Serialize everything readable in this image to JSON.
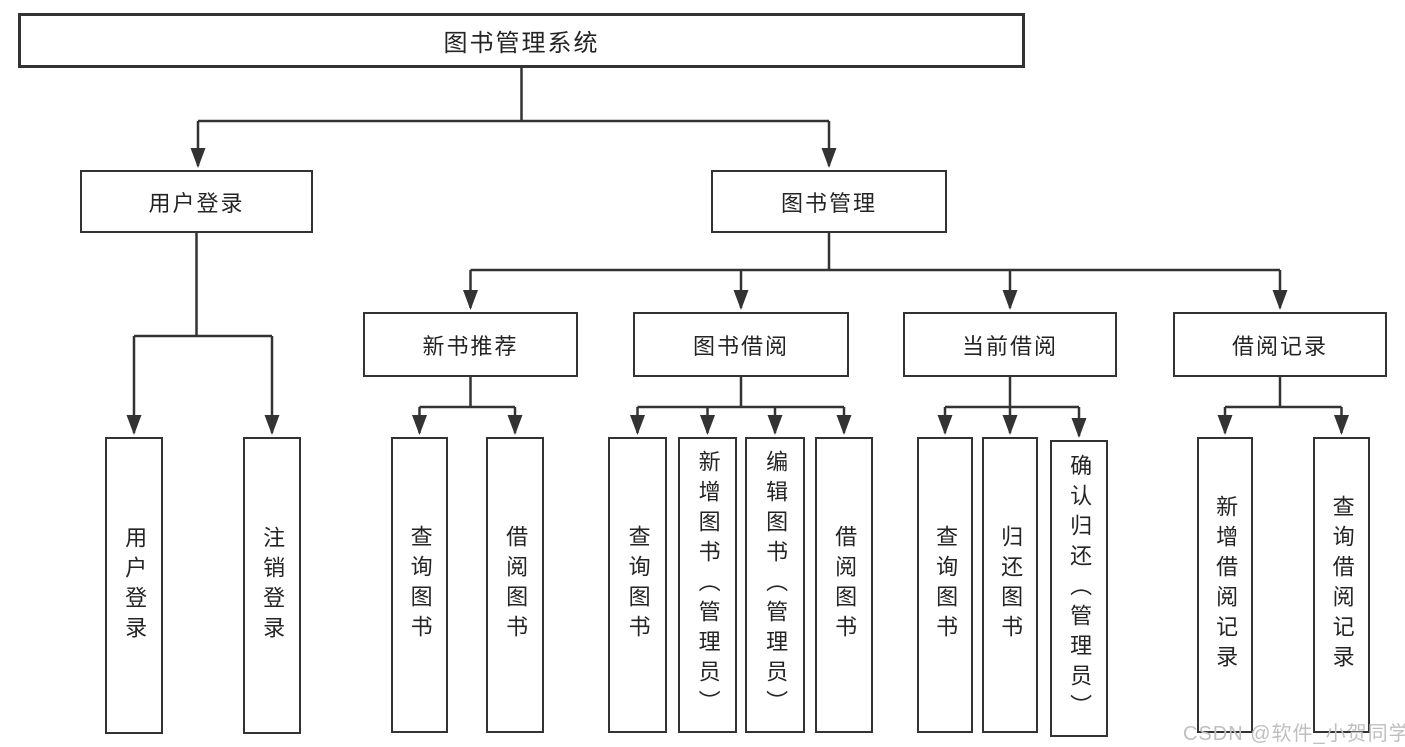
{
  "diagram_title": "图书管理系统",
  "colors": {
    "line": "#333333",
    "box_border": "#333333",
    "box_fill": "#ffffff",
    "text": "#242424",
    "watermark": "#bfbfbf"
  },
  "watermark": {
    "text": "CSDN @软件_小贺同学"
  },
  "tree": {
    "label": "图书管理系统",
    "children": [
      {
        "label": "用户登录",
        "children": [
          {
            "label": "用户登录"
          },
          {
            "label": "注销登录"
          }
        ]
      },
      {
        "label": "图书管理",
        "children": [
          {
            "label": "新书推荐",
            "children": [
              {
                "label": "查询图书"
              },
              {
                "label": "借阅图书"
              }
            ]
          },
          {
            "label": "图书借阅",
            "children": [
              {
                "label": "查询图书"
              },
              {
                "label": "新增图书（管理员）"
              },
              {
                "label": "编辑图书（管理员）"
              },
              {
                "label": "借阅图书"
              }
            ]
          },
          {
            "label": "当前借阅",
            "children": [
              {
                "label": "查询图书"
              },
              {
                "label": "归还图书"
              },
              {
                "label": "确认归还（管理员）"
              }
            ]
          },
          {
            "label": "借阅记录",
            "children": [
              {
                "label": "新增借阅记录"
              },
              {
                "label": "查询借阅记录"
              }
            ]
          }
        ]
      }
    ]
  }
}
